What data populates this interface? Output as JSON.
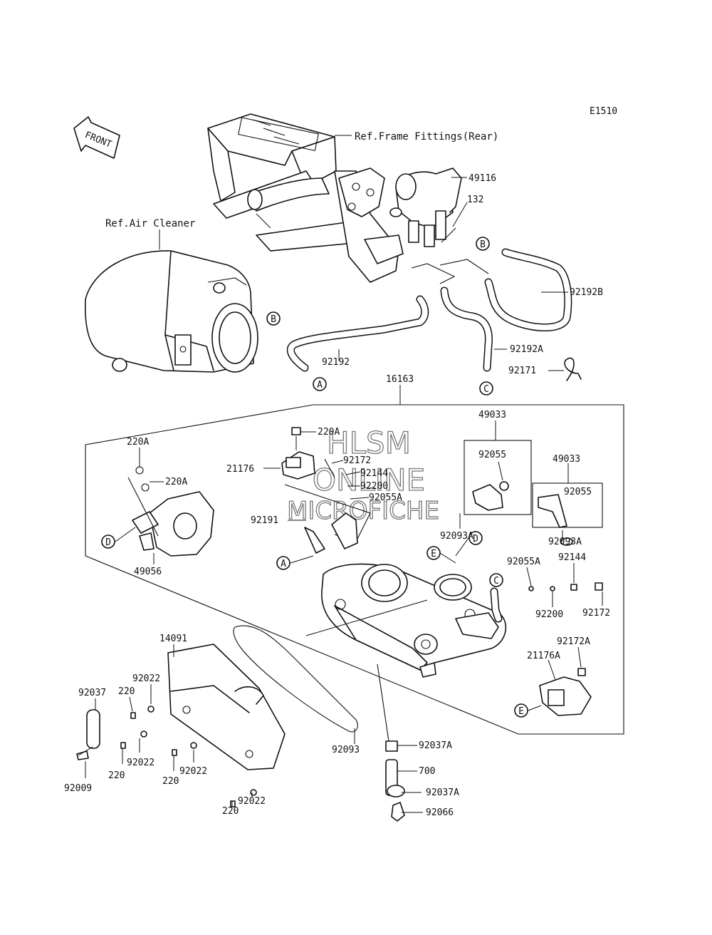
{
  "diagram_code": "E1510",
  "direction_arrow": "FRONT",
  "watermark": [
    "HLSM",
    "ONLINE",
    "MICROFICHE"
  ],
  "references": {
    "frame": "Ref.Frame Fittings(Rear)",
    "air_cleaner": "Ref.Air Cleaner"
  },
  "markers": [
    "A",
    "B",
    "C",
    "D",
    "E"
  ],
  "labels": [
    {
      "id": "49116",
      "text": "49116"
    },
    {
      "id": "132",
      "text": "132"
    },
    {
      "id": "92192B",
      "text": "92192B"
    },
    {
      "id": "92192",
      "text": "92192"
    },
    {
      "id": "92192A",
      "text": "92192A"
    },
    {
      "id": "92171",
      "text": "92171"
    },
    {
      "id": "16163",
      "text": "16163"
    },
    {
      "id": "49033-a",
      "text": "49033"
    },
    {
      "id": "92055-a",
      "text": "92055"
    },
    {
      "id": "49033-b",
      "text": "49033"
    },
    {
      "id": "92055-b",
      "text": "92055"
    },
    {
      "id": "220A-a",
      "text": "220A"
    },
    {
      "id": "220A-b",
      "text": "220A"
    },
    {
      "id": "220A-c",
      "text": "220A"
    },
    {
      "id": "21176",
      "text": "21176"
    },
    {
      "id": "92172-a",
      "text": "92172"
    },
    {
      "id": "92144-a",
      "text": "92144"
    },
    {
      "id": "92200-a",
      "text": "92200"
    },
    {
      "id": "92055A-a",
      "text": "92055A"
    },
    {
      "id": "92191",
      "text": "92191"
    },
    {
      "id": "92093A-a",
      "text": "92093A"
    },
    {
      "id": "92093A-b",
      "text": "92093A"
    },
    {
      "id": "49056",
      "text": "49056"
    },
    {
      "id": "92055A-b",
      "text": "92055A"
    },
    {
      "id": "92144-b",
      "text": "92144"
    },
    {
      "id": "92200-b",
      "text": "92200"
    },
    {
      "id": "92172-b",
      "text": "92172"
    },
    {
      "id": "92172A",
      "text": "92172A"
    },
    {
      "id": "21176A",
      "text": "21176A"
    },
    {
      "id": "14091",
      "text": "14091"
    },
    {
      "id": "92022-a",
      "text": "92022"
    },
    {
      "id": "220-a",
      "text": "220"
    },
    {
      "id": "92037",
      "text": "92037"
    },
    {
      "id": "92022-b",
      "text": "92022"
    },
    {
      "id": "220-b",
      "text": "220"
    },
    {
      "id": "92022-c",
      "text": "92022"
    },
    {
      "id": "220-c",
      "text": "220"
    },
    {
      "id": "92009",
      "text": "92009"
    },
    {
      "id": "92022-d",
      "text": "92022"
    },
    {
      "id": "220-d",
      "text": "220"
    },
    {
      "id": "92093",
      "text": "92093"
    },
    {
      "id": "92037A-a",
      "text": "92037A"
    },
    {
      "id": "700",
      "text": "700"
    },
    {
      "id": "92037A-b",
      "text": "92037A"
    },
    {
      "id": "92066",
      "text": "92066"
    }
  ]
}
